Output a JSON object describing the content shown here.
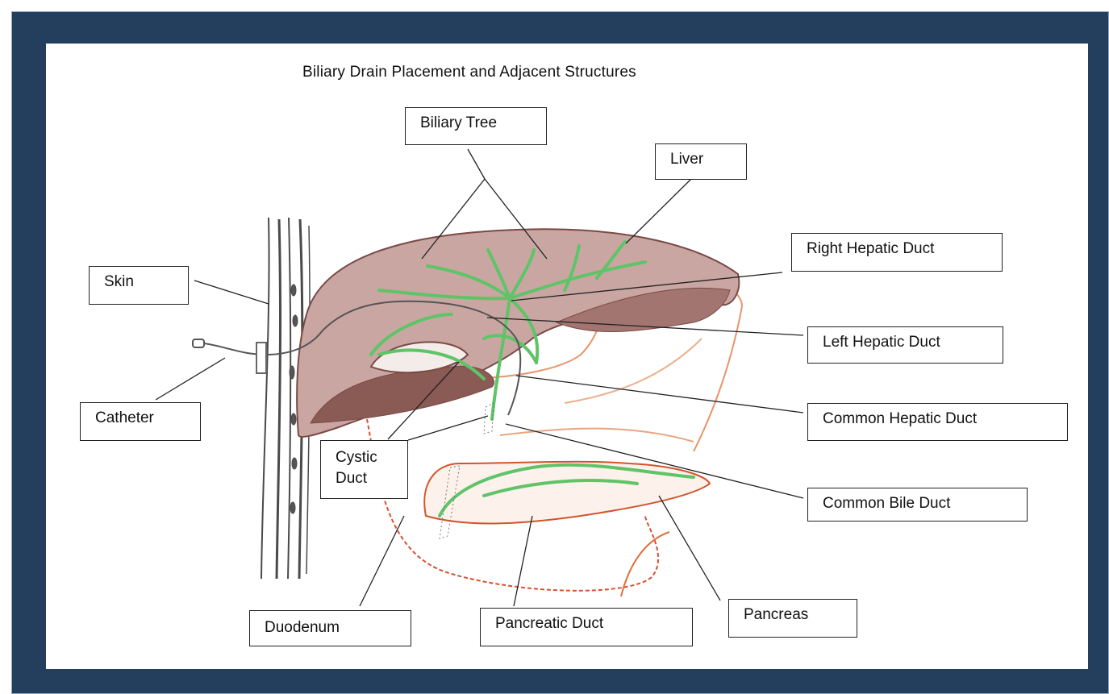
{
  "title": "Biliary Drain Placement and Adjacent Structures",
  "labels": {
    "biliary_tree": "Biliary Tree",
    "liver": "Liver",
    "right_hepatic_duct": "Right Hepatic Duct",
    "skin": "Skin",
    "left_hepatic_duct": "Left Hepatic Duct",
    "catheter": "Catheter",
    "common_hepatic_duct": "Common Hepatic Duct",
    "cystic_duct_line1": "Cystic",
    "cystic_duct_line2": "Duct",
    "common_bile_duct": "Common Bile Duct",
    "duodenum": "Duodenum",
    "pancreatic_duct": "Pancreatic Duct",
    "pancreas": "Pancreas"
  },
  "colors": {
    "frame": "#243f5e",
    "liver": "#8a5a55",
    "ducts": "#5fc468",
    "duodenum": "#e0703e",
    "pancreas": "#d2542c",
    "skin": "#4a4a4a"
  }
}
